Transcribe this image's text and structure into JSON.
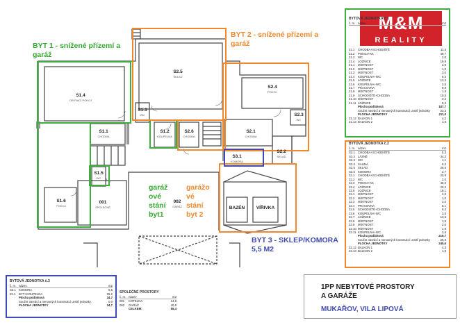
{
  "labels": {
    "byt1_line1": "BYT 1 - snížené přízemí a",
    "byt1_line2": "garáž",
    "byt2_line1": "BYT 2 - snížené přízemí a",
    "byt2_line2": "garáž",
    "byt3_line1": "BYT 3 - SKLEP/KOMORA",
    "byt3_line2": "5,5 M2",
    "garaz_byt1": [
      "garáž",
      "ové",
      "stání",
      "byt1"
    ],
    "garaz_byt2": [
      "garážo",
      "vé",
      "stání",
      "byt 2"
    ]
  },
  "rooms": {
    "s25": {
      "name": "S2.5",
      "sub": "SKLAD"
    },
    "s14": {
      "name": "S1.4",
      "sub": "OBÝVACÍ POKOJ"
    },
    "s24": {
      "name": "S2.4",
      "sub": "POKOJ"
    },
    "s23": {
      "name": "S2.3",
      "sub": "WC"
    },
    "s13": {
      "name": "S1.3",
      "sub": "WC"
    },
    "s11": {
      "name": "S1.1",
      "sub": "CHODBA"
    },
    "s12": {
      "name": "S1.2",
      "sub": "KOUPELNA"
    },
    "s26": {
      "name": "S2.6",
      "sub": "CHODBA"
    },
    "s21": {
      "name": "S2.1",
      "sub": "CHODBA"
    },
    "s22": {
      "name": "S2.2",
      "sub": "SKLAD"
    },
    "s31": {
      "name": "S3.1",
      "sub": "KOMORA"
    },
    "s15": {
      "name": "S1.5",
      "sub": "WC"
    },
    "s16": {
      "name": "S1.6",
      "sub": "POKOJ"
    },
    "r001": {
      "name": "001",
      "sub": "SPOLEČNÉ"
    },
    "r002": {
      "name": "002",
      "sub": "GARÁŽ"
    },
    "bazen": {
      "name": "BAZÉN",
      "sub": ""
    },
    "virivka": {
      "name": "VÍŘIVKA",
      "sub": ""
    }
  },
  "logo": {
    "mm": "M&M",
    "reality": "REALITY"
  },
  "table1": {
    "title": "BYTOVÁ JEDNOTKA č.1",
    "header": [
      "č. m.",
      "název",
      "m2"
    ],
    "rows": [
      [
        "21.1",
        "CHODBA+SCHODIŠTĚ",
        "11,4"
      ],
      [
        "21.2",
        "POKOJ+KK",
        "49,7"
      ],
      [
        "21.3",
        "WC",
        "2,0"
      ],
      [
        "21.4",
        "LOŽNICE",
        "19,9"
      ],
      [
        "21.1",
        "MÍSTNOST",
        "2,0"
      ],
      [
        "21.2",
        "MÍSTNOST",
        "1,0"
      ],
      [
        "21.3",
        "MÍSTNOST",
        "3,0"
      ],
      [
        "21.4",
        "KOUPELNA+WC",
        "6,4"
      ],
      [
        "21.5",
        "LOŽNICE",
        "13,3"
      ],
      [
        "21.6",
        "KOUPELNA+WC",
        "3,5"
      ],
      [
        "21.7",
        "PRACOVNA",
        "9,9"
      ],
      [
        "21.8",
        "MÍSTNOST",
        "1,9"
      ],
      [
        "21.9",
        "SCHODIŠTĚ+CHODBA",
        "10,5"
      ],
      [
        "21.10",
        "MÍSTNOST",
        "3,4"
      ],
      [
        "21.11",
        "LOŽNICE",
        "9,3"
      ]
    ],
    "sum_label": "Plocha podlahová",
    "sum_value": "187,7",
    "note": "Součet navrácí a nenosných konstrukcí uvnitř jednotky",
    "note_value": "23,3",
    "total_label": "PLOCHA JEDNOTKY",
    "total_value": "211,0",
    "balcony": [
      [
        "21.12",
        "BALKON 1",
        "4,2"
      ],
      [
        "21.13",
        "BALKON 2",
        "1,8"
      ]
    ]
  },
  "table2": {
    "title": "BYTOVÁ JEDNOTKA č.2",
    "header": [
      "č. m.",
      "název",
      "m2"
    ],
    "rows": [
      [
        "S2.1",
        "CHODBA+SCHODIŠTĚ",
        "5,3"
      ],
      [
        "S2.2",
        "LÁZNĚ",
        "34,2"
      ],
      [
        "S2.3",
        "WC",
        "1,1"
      ],
      [
        "S2.4",
        "SAUNA",
        "6,2"
      ],
      [
        "S2.5",
        "SKLAD",
        "26,6"
      ],
      [
        "S2.6",
        "KOMORA",
        "2,7"
      ],
      [
        "22.1",
        "CHODBA+SCHODIŠTĚ",
        "20,9"
      ],
      [
        "22.2",
        "WC",
        "2,0"
      ],
      [
        "22.3",
        "POKOJ+KK",
        "46,0"
      ],
      [
        "22.4",
        "LOŽNICE",
        "20,2"
      ],
      [
        "22.5",
        "LOŽNICE",
        "18,1"
      ],
      [
        "22.1",
        "MÍSTNOST",
        "2,0"
      ],
      [
        "22.2",
        "MÍSTNOST",
        "1,0"
      ],
      [
        "22.3",
        "MÍSTNOST",
        "3,0"
      ],
      [
        "22.4",
        "PRACOVNA",
        "8,1"
      ],
      [
        "22.5",
        "SCHODIŠTĚ+CHODBA",
        "9,3"
      ],
      [
        "22.6",
        "KOUPELNA+WC",
        "3,5"
      ],
      [
        "22.7",
        "LOŽNICE",
        "13,5"
      ],
      [
        "22.8",
        "MÍSTNOST",
        "1,9"
      ],
      [
        "22.9",
        "MÍSTNOST",
        "2,0"
      ],
      [
        "22.10",
        "MÍSTNOST",
        "1,9"
      ],
      [
        "22.11",
        "KOUPELNA+WC",
        "2,8"
      ]
    ],
    "sum_label": "Plocha podlahová",
    "sum_value": "219,7",
    "note": "Součet navrácí a nenosných konstrukcí uvnitř jednotky",
    "note_value": "25,9",
    "total_label": "PLOCHA JEDNOTKY",
    "total_value": "245,6",
    "balcony": [
      [
        "22.12",
        "BALKON 1",
        "4,3"
      ],
      [
        "22.13",
        "BALKON 2",
        "1,8"
      ]
    ]
  },
  "table3": {
    "title": "BYTOVÁ JEDNOTKA č.3",
    "header": [
      "č. m.",
      "název",
      "m2"
    ],
    "rows": [
      [
        "S3.1",
        "KOMORA",
        "5,5"
      ],
      [
        "23.1",
        "BYT+KOUPELNA",
        "29,2"
      ]
    ],
    "sum_label": "Plocha podlahová",
    "sum_value": "34,7",
    "note": "Součet navrácí a nenosných konstrukcí uvnitř jednotky",
    "note_value": "0,0",
    "total_label": "PLOCHA JEDNOTKY",
    "total_value": "34,7"
  },
  "table4": {
    "title": "SPOLEČNÉ PROSTORY",
    "header": [
      "č. m.",
      "název",
      "m2"
    ],
    "rows": [
      [
        "001",
        "KOTELNA",
        "14,8"
      ],
      [
        "002",
        "GARÁŽ",
        "40,6"
      ]
    ],
    "total_label": "CELKEM:",
    "total_value": "55,4"
  },
  "title_block": {
    "line1": "1PP NEBYTOVÉ PROSTORY",
    "line2": "A GARÁŽE",
    "line3": "MUKAŘOV, VILA LIPOVÁ"
  }
}
